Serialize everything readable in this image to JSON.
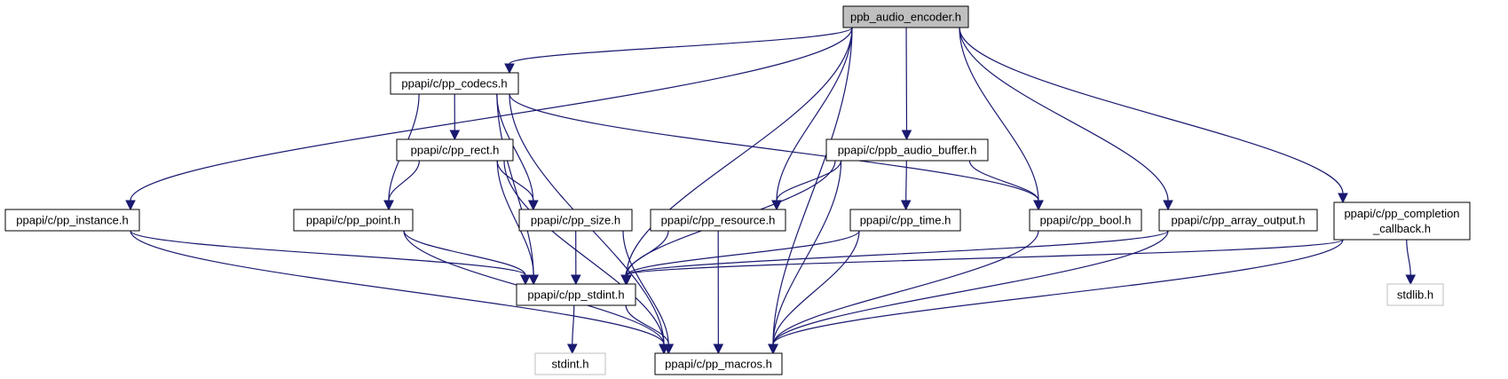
{
  "nodes": [
    {
      "id": "root",
      "lines": [
        "ppb_audio_encoder.h"
      ],
      "kind": "root"
    },
    {
      "id": "codecs",
      "lines": [
        "ppapi/c/pp_codecs.h"
      ],
      "kind": "normal"
    },
    {
      "id": "rect",
      "lines": [
        "ppapi/c/pp_rect.h"
      ],
      "kind": "normal"
    },
    {
      "id": "audio_buffer",
      "lines": [
        "ppapi/c/ppb_audio_buffer.h"
      ],
      "kind": "normal"
    },
    {
      "id": "instance",
      "lines": [
        "ppapi/c/pp_instance.h"
      ],
      "kind": "normal"
    },
    {
      "id": "point",
      "lines": [
        "ppapi/c/pp_point.h"
      ],
      "kind": "normal"
    },
    {
      "id": "size",
      "lines": [
        "ppapi/c/pp_size.h"
      ],
      "kind": "normal"
    },
    {
      "id": "resource",
      "lines": [
        "ppapi/c/pp_resource.h"
      ],
      "kind": "normal"
    },
    {
      "id": "time",
      "lines": [
        "ppapi/c/pp_time.h"
      ],
      "kind": "normal"
    },
    {
      "id": "bool",
      "lines": [
        "ppapi/c/pp_bool.h"
      ],
      "kind": "normal"
    },
    {
      "id": "array_output",
      "lines": [
        "ppapi/c/pp_array_output.h"
      ],
      "kind": "normal"
    },
    {
      "id": "completion",
      "lines": [
        "ppapi/c/pp_completion",
        "_callback.h"
      ],
      "kind": "normal"
    },
    {
      "id": "stdint_pp",
      "lines": [
        "ppapi/c/pp_stdint.h"
      ],
      "kind": "normal"
    },
    {
      "id": "stdlib",
      "lines": [
        "stdlib.h"
      ],
      "kind": "external"
    },
    {
      "id": "stdint",
      "lines": [
        "stdint.h"
      ],
      "kind": "external"
    },
    {
      "id": "macros",
      "lines": [
        "ppapi/c/pp_macros.h"
      ],
      "kind": "normal"
    }
  ],
  "edges": [
    {
      "from": "root",
      "to": "codecs"
    },
    {
      "from": "root",
      "to": "instance"
    },
    {
      "from": "root",
      "to": "stdint_pp"
    },
    {
      "from": "root",
      "to": "audio_buffer"
    },
    {
      "from": "root",
      "to": "resource"
    },
    {
      "from": "root",
      "to": "bool"
    },
    {
      "from": "root",
      "to": "array_output"
    },
    {
      "from": "root",
      "to": "completion"
    },
    {
      "from": "root",
      "to": "macros"
    },
    {
      "from": "codecs",
      "to": "rect"
    },
    {
      "from": "codecs",
      "to": "point"
    },
    {
      "from": "codecs",
      "to": "size"
    },
    {
      "from": "codecs",
      "to": "stdint_pp"
    },
    {
      "from": "codecs",
      "to": "macros"
    },
    {
      "from": "codecs",
      "to": "bool"
    },
    {
      "from": "rect",
      "to": "point"
    },
    {
      "from": "rect",
      "to": "size"
    },
    {
      "from": "rect",
      "to": "stdint_pp"
    },
    {
      "from": "rect",
      "to": "macros"
    },
    {
      "from": "audio_buffer",
      "to": "resource"
    },
    {
      "from": "audio_buffer",
      "to": "stdint_pp"
    },
    {
      "from": "audio_buffer",
      "to": "time"
    },
    {
      "from": "audio_buffer",
      "to": "macros"
    },
    {
      "from": "audio_buffer",
      "to": "bool"
    },
    {
      "from": "instance",
      "to": "stdint_pp"
    },
    {
      "from": "instance",
      "to": "macros"
    },
    {
      "from": "point",
      "to": "stdint_pp"
    },
    {
      "from": "point",
      "to": "macros"
    },
    {
      "from": "size",
      "to": "stdint_pp"
    },
    {
      "from": "size",
      "to": "macros"
    },
    {
      "from": "resource",
      "to": "stdint_pp"
    },
    {
      "from": "resource",
      "to": "macros"
    },
    {
      "from": "time",
      "to": "stdint_pp"
    },
    {
      "from": "time",
      "to": "macros"
    },
    {
      "from": "bool",
      "to": "macros"
    },
    {
      "from": "array_output",
      "to": "stdint_pp"
    },
    {
      "from": "array_output",
      "to": "macros"
    },
    {
      "from": "completion",
      "to": "stdint_pp"
    },
    {
      "from": "completion",
      "to": "stdlib"
    },
    {
      "from": "completion",
      "to": "macros"
    },
    {
      "from": "stdint_pp",
      "to": "stdint"
    },
    {
      "from": "stdint_pp",
      "to": "macros"
    }
  ],
  "colors": {
    "edge": "#191970",
    "root_fill": "#bfbfbf",
    "node_border": "#000000",
    "external_border": "#bfbfbf"
  }
}
